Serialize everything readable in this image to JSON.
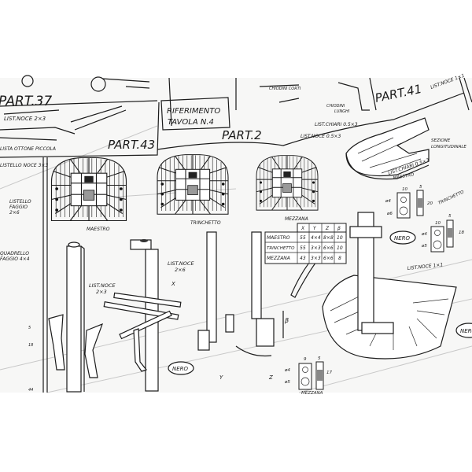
{
  "parts": {
    "part37": "PART.37",
    "part43": "PART.43",
    "part2": "PART.2",
    "part41": "PART.41"
  },
  "reference": {
    "line1": "RIFERIMENTO",
    "line2": "TAVOLA N.4"
  },
  "labels": {
    "list_noce_2x3_top": "LIST.NOCE 2×3",
    "lista_ottone": "LISTA OTTONE PICCOLA",
    "listello_noce_3x3": "LISTELLO NOCE 3×3",
    "listello_faggio_1": "LISTELLO",
    "listello_faggio_2": "FAGGIO",
    "listello_faggio_3": "2×6",
    "quadrello_1": "QUADRELLO",
    "quadrello_2": "FAGGIO 4×4",
    "chiodini_corti": "CHIODINI CORTI",
    "chiodini_lunghi_1": "CHIODINI",
    "chiodini_lunghi_2": "LUNGHI",
    "list_noce_1x1_top": "LIST.NOCE 1×1",
    "list_chiari_a": "LIST.CHIARI 0.5×3",
    "list_noce_05": "LIST.NOCE 0.5×3",
    "sezione_1": "SEZIONE",
    "sezione_2": "LONGITUDINALE",
    "list_chiari_b": "LIST.CHIARI 0.5×3",
    "list_noce_2x3_a": "LIST.NOCE",
    "list_noce_2x3_b": "2×3",
    "list_noce_2x6_a": "LIST.NOCE",
    "list_noce_2x6_b": "2×6",
    "list_noce_1x1": "LIST.NOCE 1×1",
    "nero": "NERO",
    "x": "X",
    "y": "Y",
    "z": "Z",
    "beta": "β"
  },
  "tops": {
    "maestro": "MAESTRO",
    "trinchetto": "TRINCHETTO",
    "mezzana": "MEZZANA"
  },
  "table": {
    "headers": [
      "",
      "X",
      "Y",
      "Z",
      "β"
    ],
    "rows": [
      [
        "MAESTRO",
        "55",
        "4×4",
        "8×8",
        "10"
      ],
      [
        "TRINCHETTO",
        "55",
        "3×3",
        "6×6",
        "10"
      ],
      [
        "MEZZANA",
        "43",
        "3×3",
        "6×6",
        "8"
      ]
    ]
  },
  "details": {
    "maestro": {
      "title": "MAESTRO",
      "w": "10",
      "t": "5",
      "h": "20",
      "d1": "ø4",
      "d2": "ø6"
    },
    "trinchetto": {
      "title": "TRINCHETTO",
      "w": "10",
      "t": "5",
      "h": "18",
      "d1": "ø4",
      "d2": "ø5"
    },
    "mezzana": {
      "title": "MEZZANA",
      "w": "9",
      "t": "5",
      "h": "17",
      "d1": "ø4",
      "d2": "ø5"
    }
  },
  "left_dims": {
    "a": "5",
    "b": "18",
    "c": "44"
  }
}
